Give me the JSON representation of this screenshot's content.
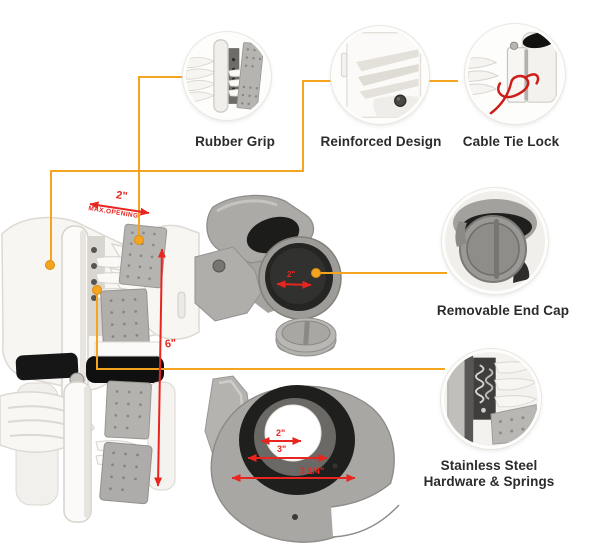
{
  "colors": {
    "accent_orange": "#F5A41F",
    "measure_red": "#E8251F",
    "label_color": "#2B2B2B"
  },
  "features": [
    {
      "id": "rubber-grip",
      "label": "Rubber Grip"
    },
    {
      "id": "reinforced-design",
      "label": "Reinforced Design"
    },
    {
      "id": "cable-tie-lock",
      "label": "Cable Tie Lock"
    },
    {
      "id": "removable-end-cap",
      "label": "Removable End Cap"
    },
    {
      "id": "stainless-steel-hardware",
      "label_line1": "Stainless Steel",
      "label_line2": "Hardware & Springs"
    }
  ],
  "measurements": {
    "clamp_max_opening_value": "2\"",
    "clamp_max_opening_caption": "MAX.OPENING",
    "clamp_height": "6\"",
    "endcap_tube_inner_diameter": "2\"",
    "mount_hole_inner": "2\"",
    "mount_hole_middle": "3\"",
    "mount_hole_outer": "3 1/4\""
  },
  "icons": {
    "callout_dot": "orange-filled-circle",
    "measure_arrow": "red-double-arrow"
  }
}
